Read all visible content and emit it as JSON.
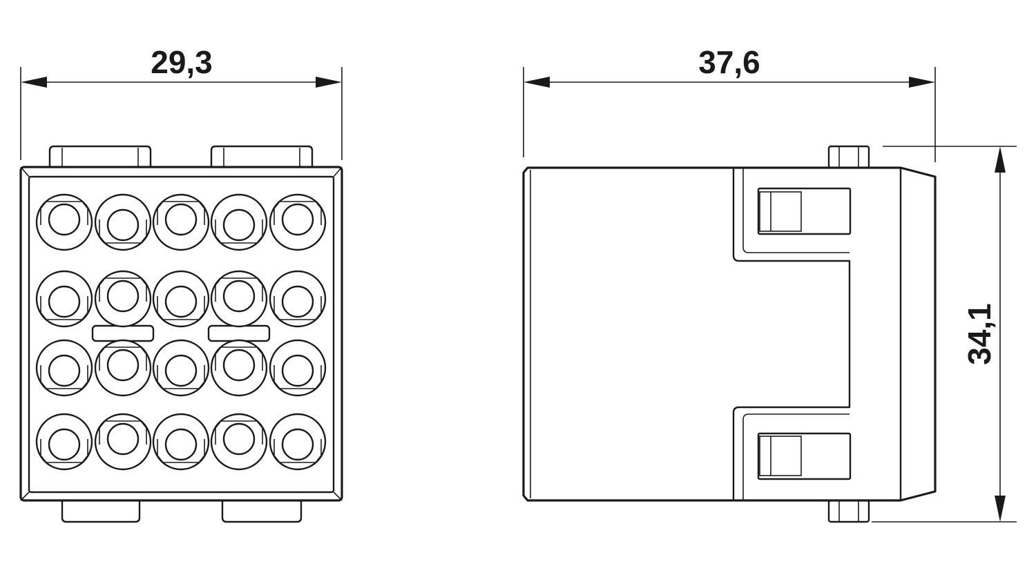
{
  "dimensions": {
    "front_width": "29,3",
    "side_length": "37,6",
    "side_height": "34,1"
  },
  "contact_grid": {
    "rows": 4,
    "columns": 5
  },
  "colors": {
    "line": "#1a1a1a",
    "background": "#ffffff"
  }
}
